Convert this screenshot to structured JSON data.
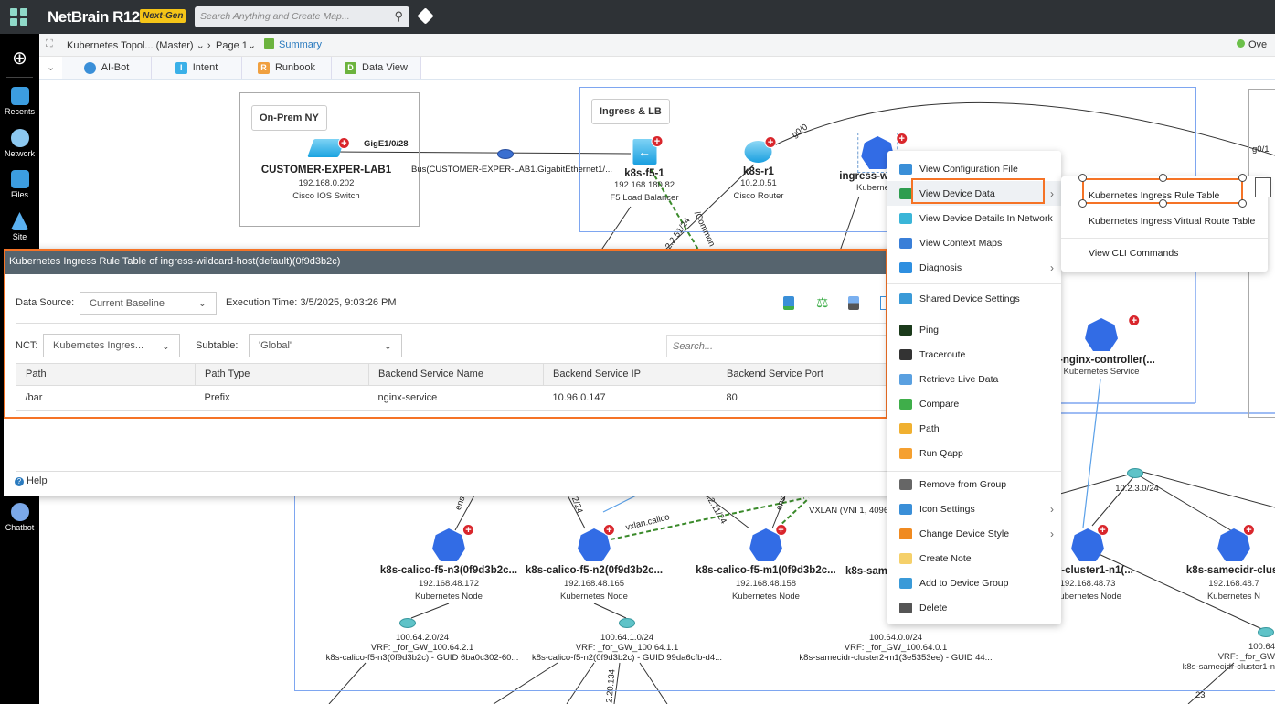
{
  "topbar": {
    "brand": "NetBrain R12",
    "badge": "Next-Gen",
    "search_placeholder": "Search Anything and Create Map..."
  },
  "sidebar": {
    "items": [
      {
        "label": "Recents"
      },
      {
        "label": "Network"
      },
      {
        "label": "Files"
      },
      {
        "label": "Site"
      },
      {
        "label": "Chatbot"
      }
    ]
  },
  "breadcrumb": {
    "map": "Kubernetes Topol... (Master)",
    "page": "Page 1",
    "summary": "Summary",
    "status": "Ove"
  },
  "tabs": [
    {
      "label": "AI-Bot"
    },
    {
      "label": "Intent",
      "badge": "I"
    },
    {
      "label": "Runbook",
      "badge": "R"
    },
    {
      "label": "Data View",
      "badge": "D"
    }
  ],
  "map": {
    "groups": [
      "On-Prem NY",
      "Ingress & LB"
    ],
    "nodes": [
      {
        "name": "CUSTOMER-EXPER-LAB1",
        "ip": "192.168.0.202",
        "type": "Cisco IOS Switch"
      },
      {
        "name": "k8s-f5-1",
        "ip": "192.168.180.82",
        "type": "F5 Load Balancer"
      },
      {
        "name": "k8s-r1",
        "ip": "10.2.0.51",
        "type": "Cisco Router"
      },
      {
        "name": "ingress-wildc",
        "type": "Kuberne"
      },
      {
        "name": "ss-nginx-controller(...",
        "type": "Kubernetes Service"
      },
      {
        "name": "k8s-calico-f5-n3(0f9d3b2c...",
        "ip": "192.168.48.172",
        "type": "Kubernetes Node"
      },
      {
        "name": "k8s-calico-f5-n2(0f9d3b2c...",
        "ip": "192.168.48.165",
        "type": "Kubernetes Node"
      },
      {
        "name": "k8s-calico-f5-m1(0f9d3b2c...",
        "ip": "192.168.48.158",
        "type": "Kubernetes Node"
      },
      {
        "name": "k8s-same"
      },
      {
        "name": "cidr-cluster1-n1(...",
        "ip": "192.168.48.73",
        "type": "Kubernetes Node"
      },
      {
        "name": "k8s-samecidr-clust",
        "ip": "192.168.48.7",
        "type": "Kubernetes N"
      }
    ],
    "links": {
      "gige": "GigE1/0/28",
      "bus": "Bus(CUSTOMER-EXPER-LAB1.GigabitEthernet1/...",
      "g00": "g0/0",
      "g01": "g0/1",
      "common": "/Common",
      "ip2251": "2.2.51/24",
      "vxlan": "vxlan.calico",
      "vxlan_vni": "VXLAN (VNI 1, 4096)",
      "ens": "ens",
      "ip24": "2/24",
      "ip211": "2.2.11/24",
      "ip20134": "2.20.134",
      "ip23": "23"
    },
    "subnets": [
      {
        "cidr": "100.64.2.0/24",
        "vrf": "VRF: _for_GW_100.64.2.1",
        "guid": "k8s-calico-f5-n3(0f9d3b2c) - GUID 6ba0c302-60..."
      },
      {
        "cidr": "100.64.1.0/24",
        "vrf": "VRF: _for_GW_100.64.1.1",
        "guid": "k8s-calico-f5-n2(0f9d3b2c) - GUID 99da6cfb-d4..."
      },
      {
        "cidr": "100.64.0.0/24",
        "vrf": "VRF: _for_GW_100.64.0.1",
        "guid": "k8s-samecidr-cluster2-m1(3e5353ee) - GUID 44..."
      },
      {
        "cidr": "10.2.3.0/24"
      },
      {
        "cidr": "100.64",
        "vrf": "VRF: _for_GW",
        "guid": "k8s-samecidr-cluster1-n"
      }
    ]
  },
  "dialog": {
    "title": "Kubernetes Ingress Rule Table of ingress-wildcard-host(default)(0f9d3b2c)",
    "data_source_label": "Data Source:",
    "data_source": "Current Baseline",
    "execution_time": "Execution Time: 3/5/2025, 9:03:26 PM",
    "nct_label": "NCT:",
    "nct": "Kubernetes Ingres...",
    "subtable_label": "Subtable:",
    "subtable": "'Global'",
    "search_placeholder": "Search...",
    "columns": [
      "Path",
      "Path Type",
      "Backend Service Name",
      "Backend Service IP",
      "Backend Service Port"
    ],
    "rows": [
      [
        "/bar",
        "Prefix",
        "nginx-service",
        "10.96.0.147",
        "80"
      ]
    ],
    "help": "Help"
  },
  "context_menu": {
    "items": [
      {
        "label": "View Configuration File",
        "color": "#3a8fd8"
      },
      {
        "label": "View Device Data",
        "color": "#2e9d4f",
        "sub": true
      },
      {
        "label": "View Device Details In Network",
        "color": "#3ab5d8"
      },
      {
        "label": "View Context Maps",
        "color": "#3a7fd8"
      },
      {
        "label": "Diagnosis",
        "color": "#2e8fe0",
        "sub": true
      },
      {
        "label": "Shared Device Settings",
        "color": "#3a9ad8"
      },
      {
        "label": "Ping",
        "color": "#1b3a1b"
      },
      {
        "label": "Traceroute",
        "color": "#333333"
      },
      {
        "label": "Retrieve Live Data",
        "color": "#5aa0e0"
      },
      {
        "label": "Compare",
        "color": "#3fae4a"
      },
      {
        "label": "Path",
        "color": "#f0b030"
      },
      {
        "label": "Run Qapp",
        "color": "#f5a030"
      },
      {
        "label": "Remove from Group",
        "color": "#666666"
      },
      {
        "label": "Icon Settings",
        "color": "#3a8fd8",
        "sub": true
      },
      {
        "label": "Change Device Style",
        "color": "#f08a20",
        "sub": true
      },
      {
        "label": "Create Note",
        "color": "#f5d06a"
      },
      {
        "label": "Add to Device Group",
        "color": "#3a9ad8"
      },
      {
        "label": "Delete",
        "color": "#555555"
      }
    ]
  },
  "submenu": {
    "items": [
      {
        "label": "Kubernetes Ingress Rule Table"
      },
      {
        "label": "Kubernetes Ingress Virtual Route Table"
      },
      {
        "label": "View CLI Commands"
      }
    ]
  },
  "colors": {
    "accent": "#f57326",
    "header": "#56646e",
    "k8s": "#326ce5",
    "group": "#7ea6f0"
  }
}
